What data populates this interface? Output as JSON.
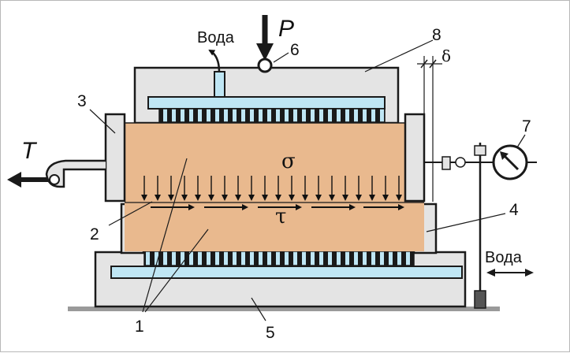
{
  "labels": {
    "water_top": "Вода",
    "water_right": "Вода",
    "force_p": "P",
    "force_t": "T",
    "sigma": "σ",
    "tau": "τ",
    "delta": "δ",
    "n1": "1",
    "n2": "2",
    "n3": "3",
    "n4": "4",
    "n5": "5",
    "n6": "6",
    "n7": "7",
    "n8": "8"
  },
  "colors": {
    "soil": "#e9b98e",
    "housing": "#e4e4e4",
    "water_channel": "#bfe6f4",
    "outline": "#1a1a1a",
    "ground": "#9a9a9a"
  }
}
